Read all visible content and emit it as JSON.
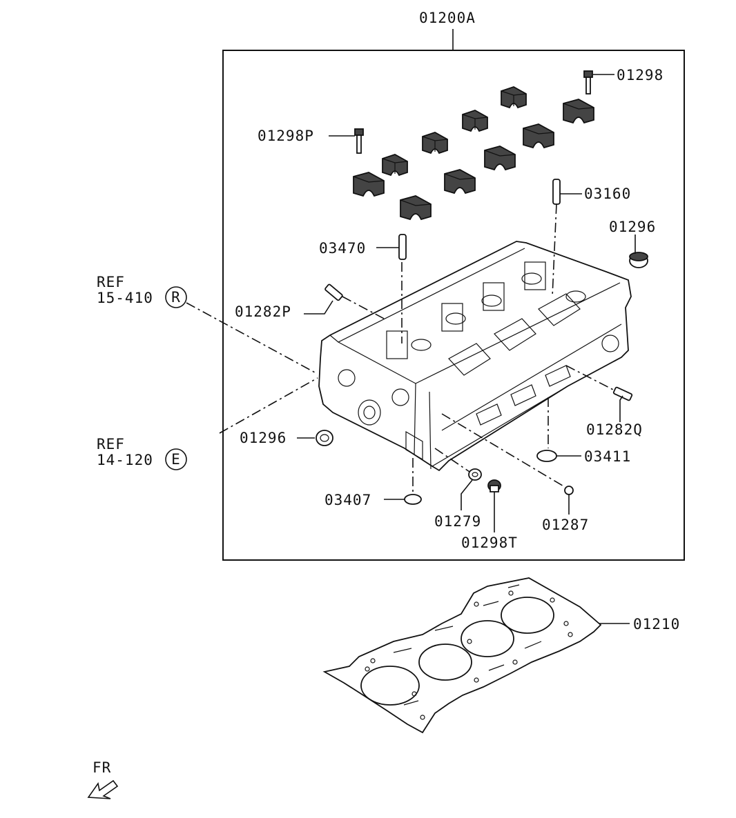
{
  "title": "01200A",
  "parts": {
    "p01298": "01298",
    "p01298P": "01298P",
    "p03160": "03160",
    "p01296_top": "01296",
    "p03470": "03470",
    "p01282P": "01282P",
    "p01296_left": "01296",
    "p01282Q": "01282Q",
    "p03411": "03411",
    "p03407": "03407",
    "p01279": "01279",
    "p01287": "01287",
    "p01298T": "01298T",
    "p01210": "01210"
  },
  "references": [
    {
      "ref": "REF",
      "code": "15-410",
      "letter": "R"
    },
    {
      "ref": "REF",
      "code": "14-120",
      "letter": "E"
    }
  ],
  "direction": "FR"
}
